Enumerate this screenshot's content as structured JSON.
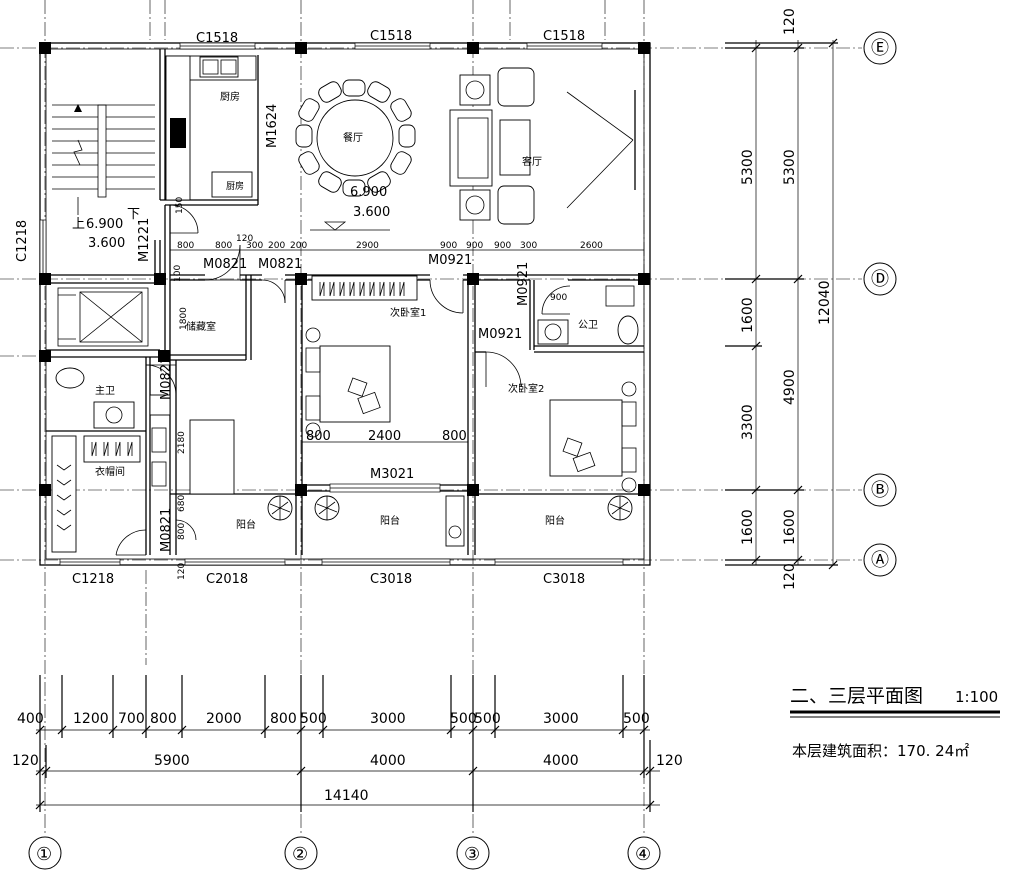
{
  "title": {
    "main": "二、三层平面图",
    "scale": "1:100",
    "area": "本层建筑面积：170. 24㎡"
  },
  "axes": {
    "columns": [
      "①",
      "②",
      "③",
      "④"
    ],
    "rows": [
      "Ⓔ",
      "Ⓓ",
      "Ⓑ",
      "Ⓐ"
    ]
  },
  "rooms": {
    "kitchen": "厨房",
    "dining": "餐厅",
    "living": "客厅",
    "storage": "储藏室",
    "bedroom1": "次卧室1",
    "bedroom2": "次卧室2",
    "public_bath": "公卫",
    "master_bath": "主卫",
    "closet": "衣帽间",
    "balcony_left": "阳台",
    "balcony_mid": "阳台",
    "balcony_right": "阳台",
    "stair_up": "上",
    "stair_down": "下",
    "stair_elev1": "6.900",
    "stair_elev2": "3.600",
    "dining_elev1": "6.900",
    "dining_elev2": "3.600",
    "pantry": "厨房"
  },
  "openings": {
    "w_top_1": "C1518",
    "w_top_2": "C1518",
    "w_top_3": "C1518",
    "w_left": "C1218",
    "w_bot_1": "C1218",
    "w_bot_2": "C2018",
    "w_bot_3": "C3018",
    "w_bot_4": "C3018",
    "d_kitchen": "M1624",
    "d_stair": "M1221",
    "d_storage": "M0821",
    "d_store2": "M0821",
    "d_bed1": "M0921",
    "d_pub1": "M0921",
    "d_pub2": "M0921",
    "d_master": "M0821",
    "d_closet": "M0821",
    "d_slide": "M3021"
  },
  "interior_dims": {
    "d800a": "800",
    "d120": "120",
    "d300a": "300",
    "d200a": "200",
    "d2900": "2900",
    "d900a": "900",
    "d200b": "200",
    "d900b": "900",
    "d300b": "300",
    "d2600": "2600",
    "d800b": "800",
    "d100": "100",
    "d1800": "1800",
    "d900c": "900",
    "d800c": "800",
    "d2400": "2400",
    "d800d": "800",
    "d2180": "2180",
    "d680": "680",
    "d800e": "800",
    "d150": "150",
    "d120b": "120",
    "d900d": "900"
  },
  "dims_bottom": {
    "row1": [
      "400",
      "1200",
      "700",
      "800",
      "2000",
      "800",
      "500",
      "3000",
      "500",
      "500",
      "3000",
      "500"
    ],
    "row2": [
      "120",
      "5900",
      "4000",
      "4000",
      "120"
    ],
    "row3": [
      "14140"
    ]
  },
  "dims_right": {
    "top120": "120",
    "bot120": "120",
    "col1": [
      "5300",
      "1600",
      "3300",
      "1600"
    ],
    "col2": [
      "5300",
      "4900",
      "1600"
    ],
    "total": "12040"
  }
}
